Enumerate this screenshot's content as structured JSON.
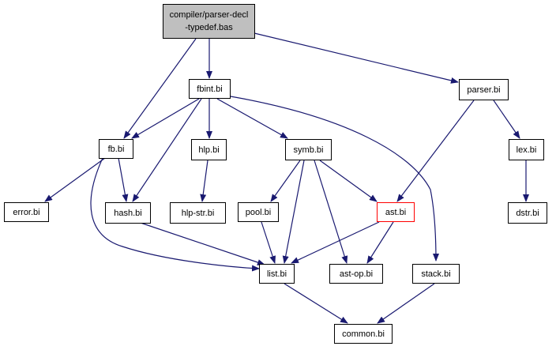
{
  "colors": {
    "edge": "#191970",
    "node_border": "#000000",
    "root_fill": "#bfbfbf",
    "highlight_border": "#ff0000"
  },
  "nodes": {
    "root": {
      "line1": "compiler/parser-decl",
      "line2": "-typedef.bas"
    },
    "fbint": "fbint.bi",
    "parser": "parser.bi",
    "fb": "fb.bi",
    "hlp": "hlp.bi",
    "symb": "symb.bi",
    "lex": "lex.bi",
    "error": "error.bi",
    "hash": "hash.bi",
    "hlp_str": "hlp-str.bi",
    "pool": "pool.bi",
    "ast": "ast.bi",
    "dstr": "dstr.bi",
    "list": "list.bi",
    "ast_op": "ast-op.bi",
    "stack": "stack.bi",
    "common": "common.bi"
  }
}
